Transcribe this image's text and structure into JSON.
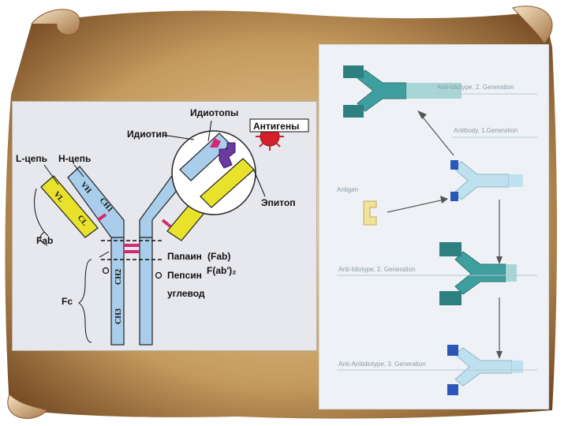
{
  "left_diagram": {
    "labels": {
      "idiotopes": "Идиотопы",
      "antigens": "Антигены",
      "idiotype": "Идиотип",
      "l_chain": "L-цепь",
      "h_chain": "H-цепь",
      "vh": "VH",
      "vl": "VL",
      "ch1": "CH1",
      "cl": "CL",
      "ch2": "CH2",
      "ch3": "CH3",
      "fab": "Fab",
      "fc": "Fc",
      "papain": "Папаин",
      "papain_product": "(Fab)",
      "fab2": "F(ab')₂",
      "pepsin": "Пепсин",
      "carbohydrate": "углевод",
      "epitope": "Эпитоп"
    },
    "colors": {
      "heavy_chain": "#a9cdea",
      "light_chain": "#e9e22c",
      "hinge": "#d22a72",
      "antigen": "#d4202a",
      "idiotope": "#6a3aa0"
    }
  },
  "right_diagram": {
    "labels": {
      "anti_idiotype_top": "Anti-Idiotype, 2. Generation",
      "antibody": "Antibody, 1.Generation",
      "antigen": "Antigen",
      "anti_idiotype_mid": "Anti-Idiotype, 2. Generation",
      "anti_anti_idiotype": "Anti-Antiidiotype, 3. Generation"
    },
    "colors": {
      "anti_idiotype": "#3f9e9e",
      "antibody": "#bfe0ee",
      "antibody_tip": "#2b58b8",
      "antigen": "#f2e29a"
    }
  }
}
